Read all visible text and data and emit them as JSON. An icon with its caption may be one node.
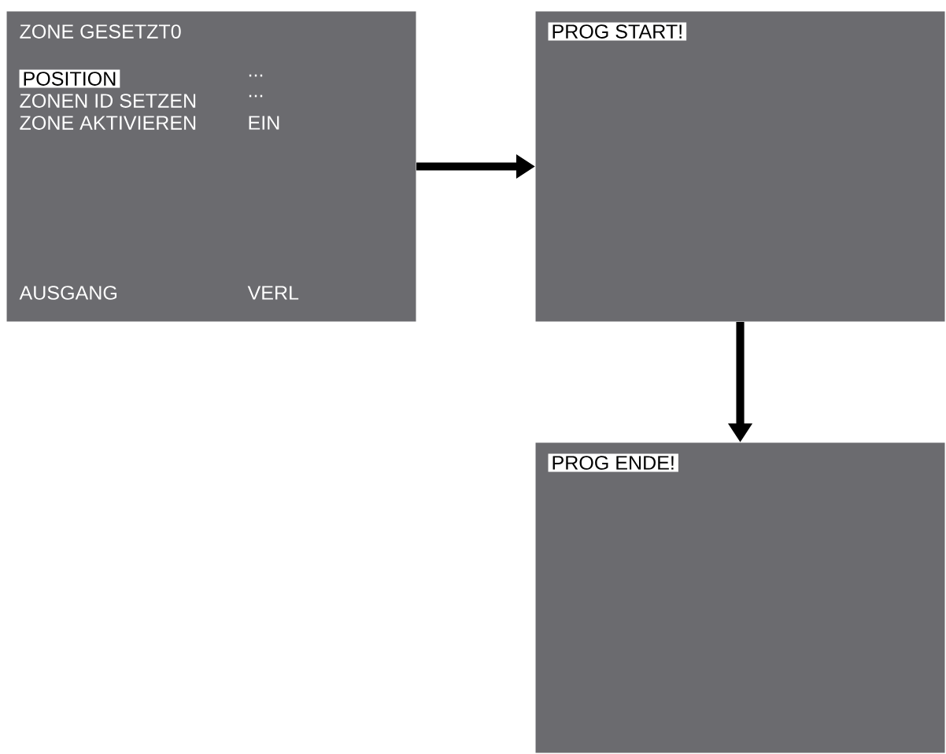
{
  "diagram": {
    "nodes": [
      {
        "text": [
          "ZONE GESETZT0",
          "POSITION",
          "...",
          "ZONEN ID SETZEN",
          "...",
          "ZONE AKTIVIEREN",
          "EIN",
          "AUSGANG",
          "VERL"
        ]
      },
      {
        "text": [
          "PROG START!"
        ]
      },
      {
        "text": [
          "PROG ENDE!"
        ]
      }
    ],
    "edges": [
      {
        "from": 0,
        "to": 1,
        "arrow": "to"
      },
      {
        "from": 1,
        "to": 2,
        "arrow": "to"
      }
    ]
  }
}
